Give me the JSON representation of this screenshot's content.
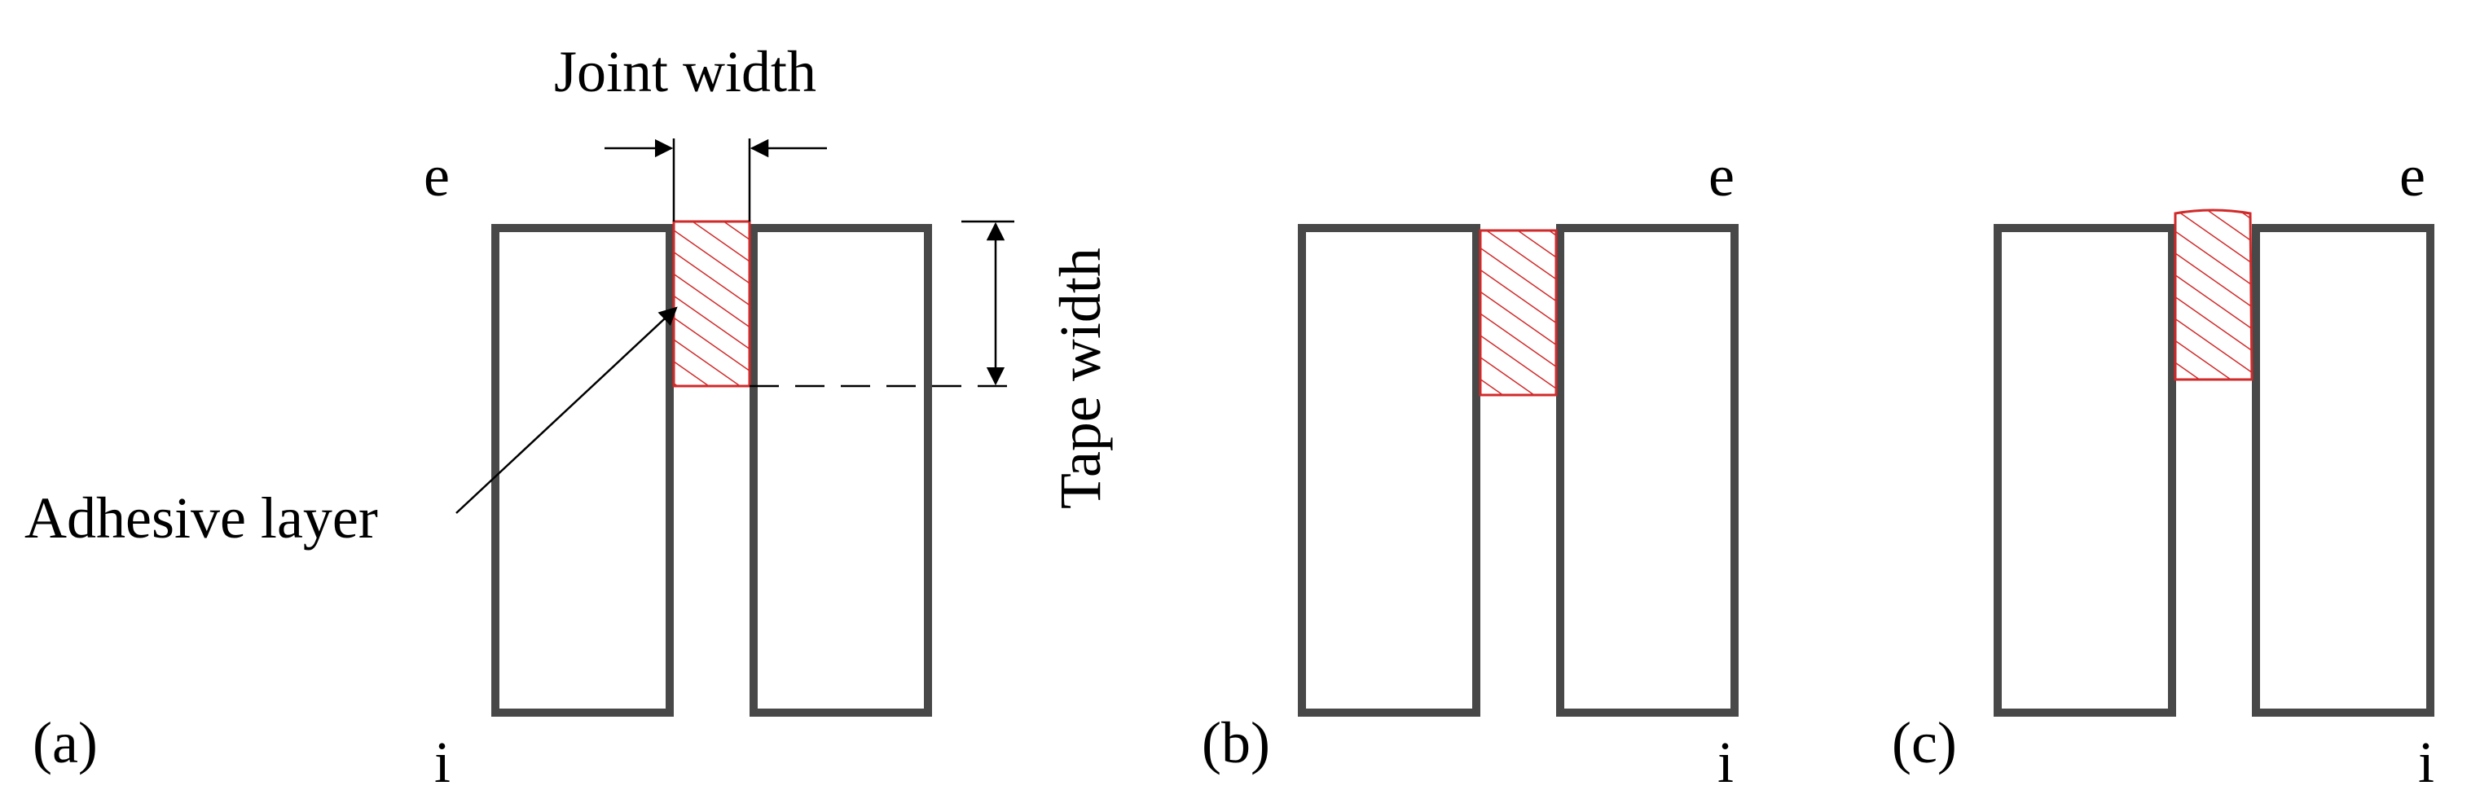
{
  "labels": {
    "joint_width": "Joint width",
    "tape_width": "Tape width",
    "adhesive_layer": "Adhesive layer"
  },
  "panels": [
    {
      "id": "a",
      "tag": "(a)",
      "top_label": "e",
      "bottom_label": "i"
    },
    {
      "id": "b",
      "tag": "(b)",
      "top_label": "e",
      "bottom_label": "i"
    },
    {
      "id": "c",
      "tag": "(c)",
      "top_label": "e",
      "bottom_label": "i"
    }
  ],
  "colors": {
    "profile_wall": "#484848",
    "adhesive_hatch": "#d12a2a",
    "annotation": "#000000"
  }
}
